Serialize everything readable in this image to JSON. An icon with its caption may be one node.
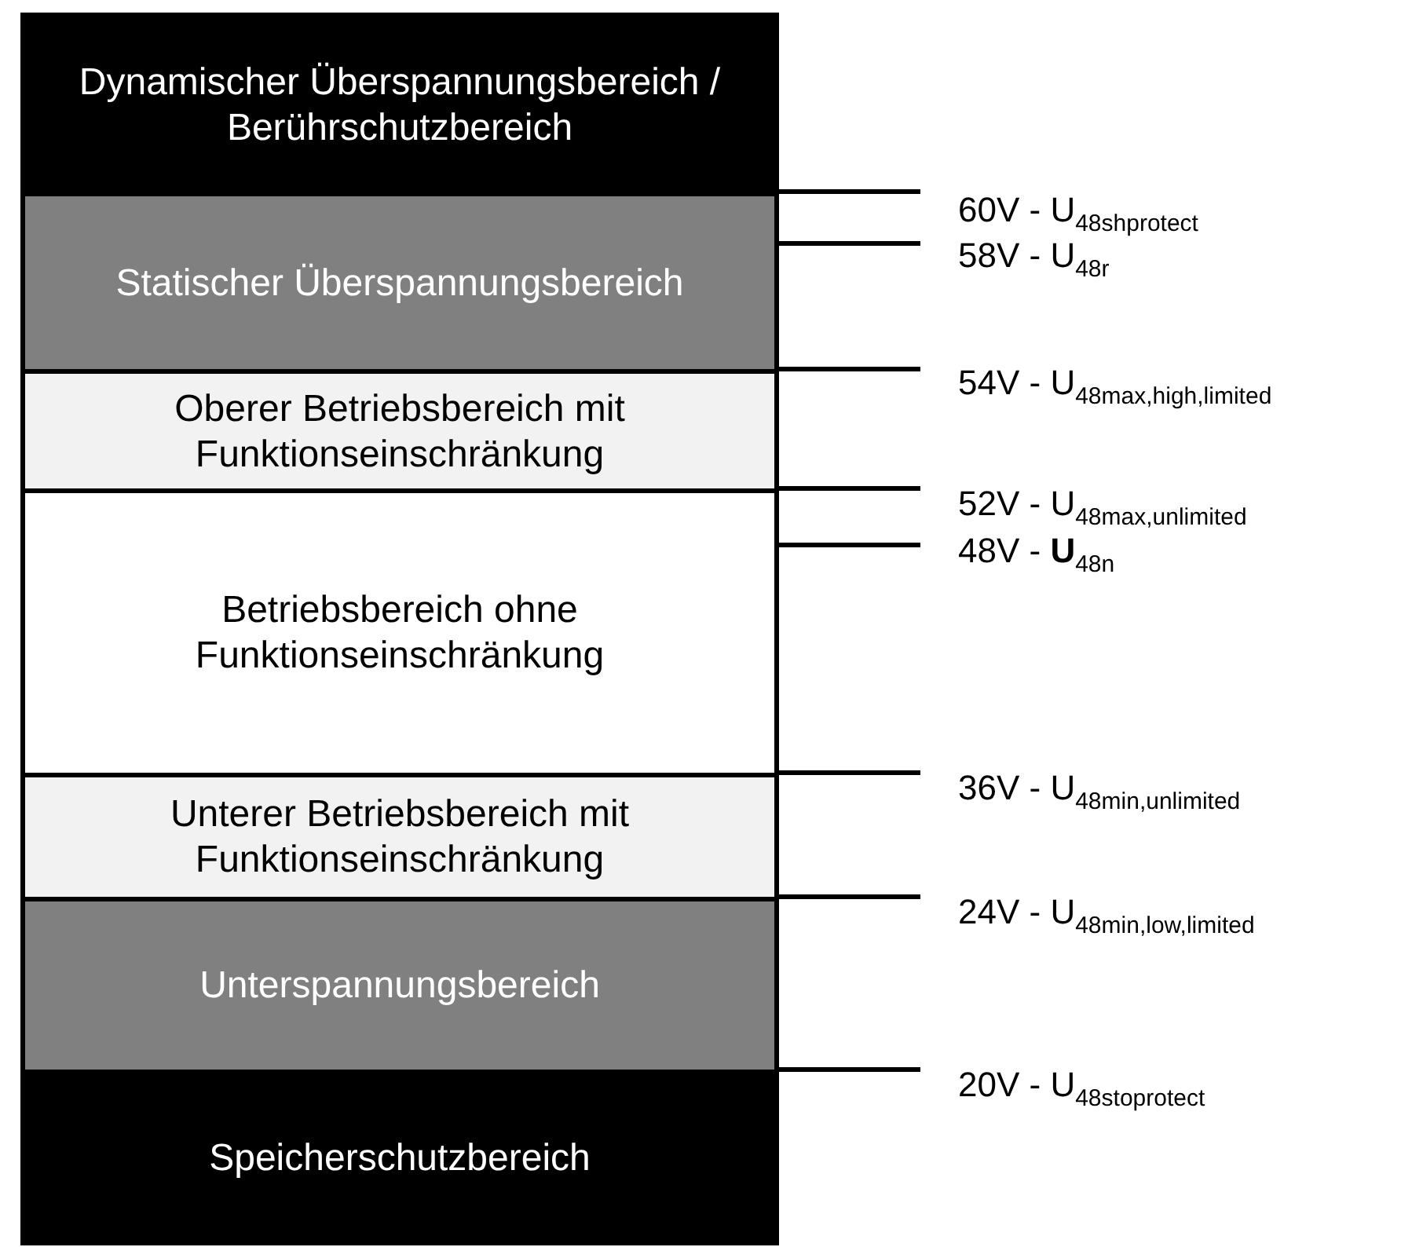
{
  "diagram": {
    "nodes": [
      {
        "text": [
          "Dynamischer Überspannungsbereich / Berührschutzbereich"
        ]
      },
      {
        "text": [
          "Statischer Überspannungsbereich"
        ]
      },
      {
        "text": [
          "Oberer Betriebsbereich mit Funktionseinschränkung"
        ]
      },
      {
        "text": [
          "Betriebsbereich ohne Funktionseinschränkung"
        ]
      },
      {
        "text": [
          "Unterer Betriebsbereich mit Funktionseinschränkung"
        ]
      },
      {
        "text": [
          "Unterspannungsbereich"
        ]
      },
      {
        "text": [
          "Speicherschutzbereich"
        ]
      }
    ],
    "labels": [
      "60V - U$_{48shprotect}$",
      "58V - U$_{48r}$",
      "54V - U$_{48max,high,limited}$",
      "52V - U$_{48max,unlimited}$",
      "48V - **U**$_{48n}$",
      "36V - U$_{48min,unlimited}$",
      "24V - U$_{48min,low,limited}$",
      "20V - U$_{48stoprotect}$"
    ]
  }
}
